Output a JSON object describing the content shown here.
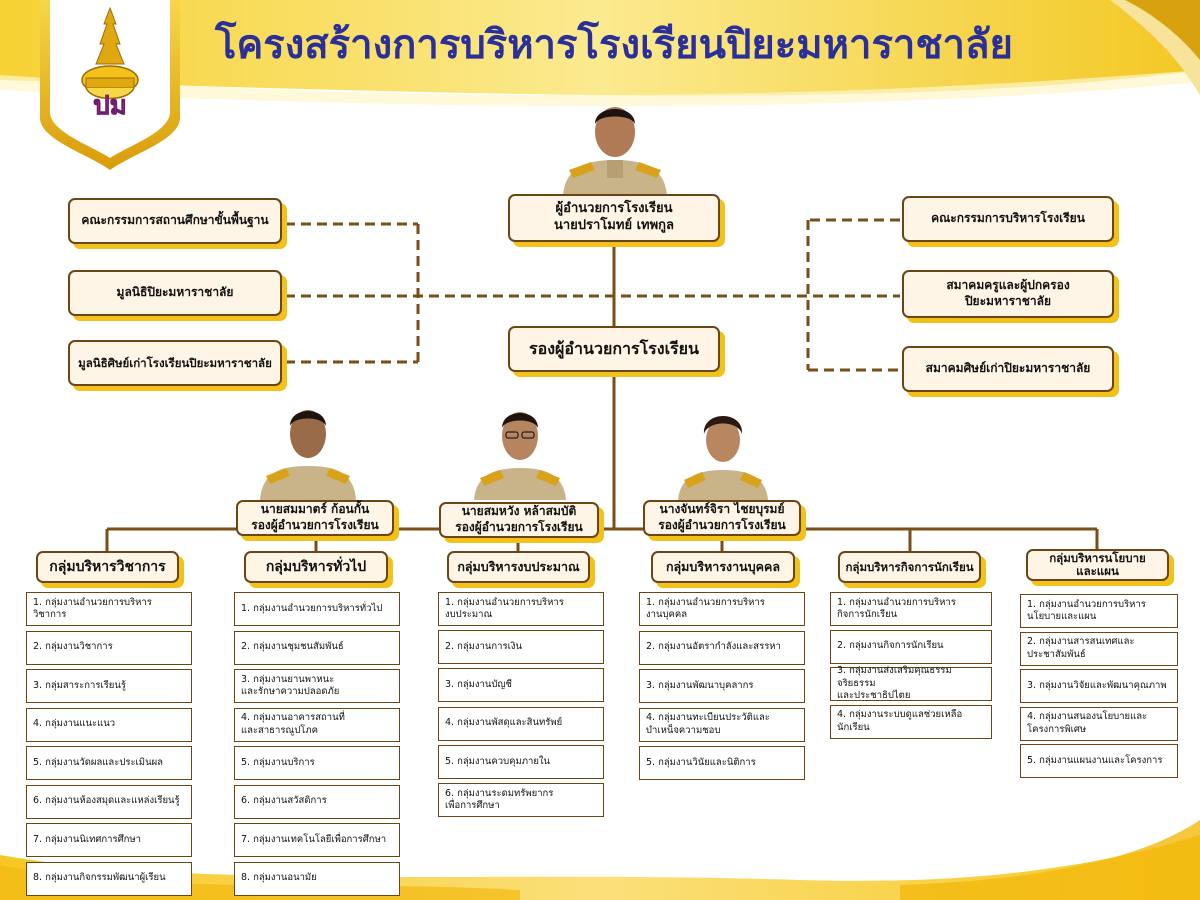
{
  "title": "โครงสร้างการบริหารโรงเรียนปิยะมหาราชาลัย",
  "colors": {
    "brown": "#6b4515",
    "gold": "#f3c21a",
    "title": "#2b2f9a",
    "box_fill": "#fef5e6"
  },
  "logo": {
    "text": "ปม",
    "icon": "crown-emblem-icon"
  },
  "director": {
    "line1": "ผู้อำนวยการโรงเรียน",
    "line2": "นายปราโมทย์ เทพกูล"
  },
  "deputy_heading": "รองผู้อำนวยการโรงเรียน",
  "left_committees": [
    "คณะกรรมการสถานศึกษาขั้นพื้นฐาน",
    "มูลนิธิปิยะมหาราชาลัย",
    "มูลนิธิศิษย์เก่าโรงเรียนปิยะมหาราชาลัย"
  ],
  "right_committees": [
    "คณะกรรมการบริหารโรงเรียน",
    "สมาคมครูและผู้ปกครอง\nปิยะมหาราชาลัย",
    "สมาคมศิษย์เก่าปิยะมหาราชาลัย"
  ],
  "deputies": [
    {
      "name": "นายสมมาตร์ ก้อนกั้น",
      "role": "รองผู้อำนวยการโรงเรียน"
    },
    {
      "name": "นายสมหวัง หล้าสมบัติ",
      "role": "รองผู้อำนวยการโรงเรียน"
    },
    {
      "name": "นางจันทร์จิรา ไชยบุรมย์",
      "role": "รองผู้อำนวยการโรงเรียน"
    }
  ],
  "departments": [
    {
      "name": "กลุ่มบริหารวิชาการ",
      "tasks": [
        "1. กลุ่มงานอำนวยการบริหารวิชาการ",
        "2. กลุ่มงานวิชาการ",
        "3. กลุ่มสาระการเรียนรู้",
        "4. กลุ่มงานแนะแนว",
        "5. กลุ่มงานวัดผลและประเมินผล",
        "6. กลุ่มงานห้องสมุดและแหล่งเรียนรู้",
        "7. กลุ่มงานนิเทศการศึกษา",
        "8. กลุ่มงานกิจกรรมพัฒนาผู้เรียน"
      ]
    },
    {
      "name": "กลุ่มบริหารทั่วไป",
      "tasks": [
        "1. กลุ่มงานอำนวยการบริหารทั่วไป",
        "2. กลุ่มงานชุมชนสัมพันธ์",
        "3. กลุ่มงานยานพาหนะ\nและรักษาความปลอดภัย",
        "4. กลุ่มงานอาคารสถานที่\nและสาธารณูปโภค",
        "5. กลุ่มงานบริการ",
        "6. กลุ่มงานสวัสดิการ",
        "7. กลุ่มงานเทคโนโลยีเพื่อการศึกษา",
        "8. กลุ่มงานอนามัย"
      ]
    },
    {
      "name": "กลุ่มบริหารงบประมาณ",
      "tasks": [
        "1. กลุ่มงานอำนวยการบริหาร\nงบประมาณ",
        "2. กลุ่มงานการเงิน",
        "3. กลุ่มงานบัญชี",
        "4. กลุ่มงานพัสดุและสินทรัพย์",
        "5. กลุ่มงานควบคุมภายใน",
        "6. กลุ่มงานระดมทรัพยากร\nเพื่อการศึกษา"
      ]
    },
    {
      "name": "กลุ่มบริหารงานบุคคล",
      "tasks": [
        "1. กลุ่มงานอำนวยการบริหาร\nงานบุคคล",
        "2. กลุ่มงานอัตรากำลังและสรรหา",
        "3. กลุ่มงานพัฒนาบุคลากร",
        "4. กลุ่มงานทะเบียนประวัติและ\nบำเหน็จความชอบ",
        "5. กลุ่มงานวินัยและนิติการ"
      ]
    },
    {
      "name": "กลุ่มบริหารกิจการนักเรียน",
      "tasks": [
        "1. กลุ่มงานอำนวยการบริหาร\nกิจการนักเรียน",
        "2. กลุ่มงานกิจการนักเรียน",
        "3. กลุ่มงานส่งเสริมคุณธรรมจริยธรรม\nและประชาธิปไตย",
        "4. กลุ่มงานระบบดูแลช่วยเหลือ\nนักเรียน"
      ]
    },
    {
      "name": "กลุ่มบริหารนโยบาย\nและแผน",
      "tasks": [
        "1. กลุ่มงานอำนวยการบริหาร\nนโยบายและแผน",
        "2. กลุ่มงานสารสนเทศและ\nประชาสัมพันธ์",
        "3. กลุ่มงานวิจัยและพัฒนาคุณภาพ",
        "4. กลุ่มงานสนองนโยบายและ\nโครงการพิเศษ",
        "5. กลุ่มงานแผนงานและโครงการ"
      ]
    }
  ]
}
